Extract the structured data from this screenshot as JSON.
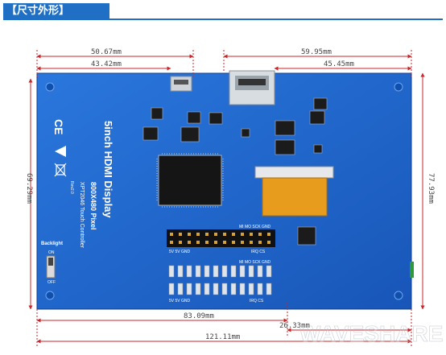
{
  "header": {
    "title": "【尺寸外形】"
  },
  "dimensions": {
    "top_left_outer": "50.67mm",
    "top_left_inner": "43.42mm",
    "top_right_outer": "59.95mm",
    "top_right_inner": "45.45mm",
    "left_height": "69.29mm",
    "right_height": "77.93mm",
    "bottom_left": "83.09mm",
    "bottom_right": "26.33mm",
    "bottom_total": "121.11mm"
  },
  "board": {
    "title": "5inch HDMI Display",
    "resolution": "800X480 Pixel",
    "touch": "XPT2046 Touch Controller",
    "rev": "Rev2.0",
    "backlight_label": "Backlight",
    "on_label": "ON",
    "off_label": "OFF",
    "header_top_row_labels": "MI MO SCK GND",
    "header_bottom_labels_1": "5V  5V GND",
    "header_bottom_labels_2": "IRQ     CS",
    "header2_top_labels": "MI MO SCK GND",
    "header2_bottom_labels_1": "5V  5V GND",
    "header2_bottom_labels_2": "IRQ    CS"
  },
  "watermark": "WAVESHARE",
  "colors": {
    "pcb_blue": "#1a63c9",
    "header_blue": "#1f6fc4",
    "dim_red": "#c8262a",
    "fpc_orange": "#e79c1d"
  }
}
